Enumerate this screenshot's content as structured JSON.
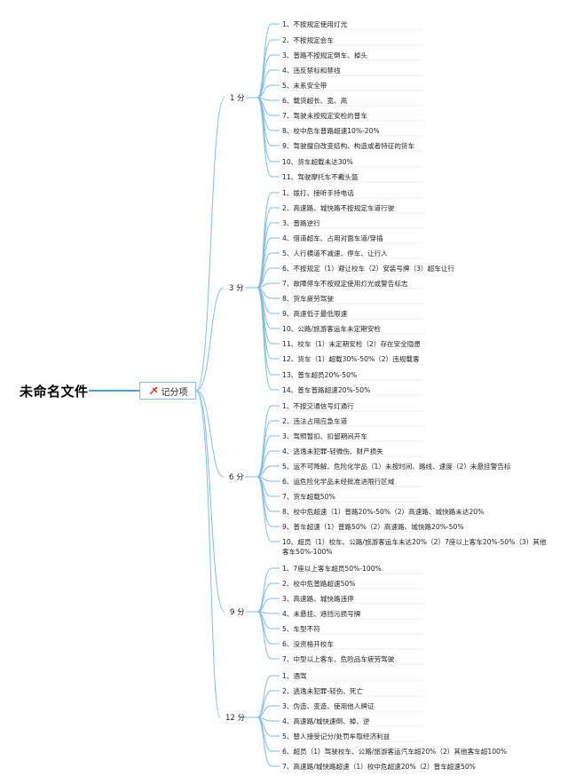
{
  "root": {
    "title": "未命名文件"
  },
  "hub": {
    "label": "记分项",
    "icon": "scoring-icon"
  },
  "colors": {
    "branch": "#7fbde8",
    "root_line": "#4aa3df",
    "text": "#222222"
  },
  "groups": [
    {
      "label": "1 分",
      "items": [
        "1、不按规定使用灯光",
        "2、不按规定会车",
        "3、普路不按规定倒车、掉头",
        "4、违反禁标和禁线",
        "5、未系安全带",
        "6、载货超长、宽、高",
        "7、驾驶未按规定安检的普车",
        "8、校中危车普路超速10%-20%",
        "9、驾驶擅自改变结构、构造或者特征的货车",
        "10、货车超载未达30%",
        "11、驾驶摩托车不戴头盔"
      ]
    },
    {
      "label": "3 分",
      "items": [
        "1、拨打、接听手持电话",
        "2、高速路、城快路不按规定车道行驶",
        "3、普路逆行",
        "4、借道超车、占用对面车道/穿插",
        "5、人行横道不减速、停车、让行人",
        "6、不按规定（1）避让校车（2）安装号牌（3）超车让行",
        "7、故障停车不按规定使用灯光或警告标志",
        "8、货车疲劳驾驶",
        "9、高速低于最低限速",
        "10、公路/旅游客运车未定期安检",
        "11、校车（1）未定期安检（2）存在安全隐患",
        "12、货车（1）超载30%-50%（2）违规载客",
        "13、普车超员20%-50%",
        "14、普车普路超速20%-50%"
      ]
    },
    {
      "label": "6 分",
      "items": [
        "1、不按交通信号灯通行",
        "2、违法占用应急车道",
        "3、驾照暂扣、扣留期间开车",
        "4、逃逸未犯罪-轻微伤、财产损失",
        "5、运不可降解、危险化学品（1）未按时间、路线、速度（2）未悬挂警告标",
        "6、运危险化学品未经批准进限行区域",
        "7、货车超载50%",
        "8、校中危超速（1）普路20%-50%（2）高速路、城快路未达20%",
        "9、普车超速（1）普路50%（2）高速路、城快路20%-50%",
        "10、超员（1）校车、公路/旅游客运车未达20%（2）7座以上客车20%-50%（3）其他客车50%-100%"
      ]
    },
    {
      "label": "9 分",
      "items": [
        "1、7座以上客车超员50%-100%",
        "2、校中危普路超速50%",
        "3、高速路、城快路违停",
        "4、未悬挂、遮挡污损号牌",
        "5、车型不符",
        "6、没资格开校车",
        "7、中型以上客车、危险品车疲劳驾驶"
      ]
    },
    {
      "label": "12 分",
      "items": [
        "1、酒驾",
        "2、逃逸未犯罪-轻伤、死亡",
        "3、伪造、变造、使用他人牌证",
        "4、高速路/城快速倒、掉、逆",
        "5、替人接受记分/处罚牟取经济利益",
        "6、超员（1）驾驶校车、公路/旅游客运汽车超20%（2）其他客车超100%",
        "7、高速路/城快路超速（1）校中危超速20%（2）普车超速50%"
      ]
    }
  ]
}
